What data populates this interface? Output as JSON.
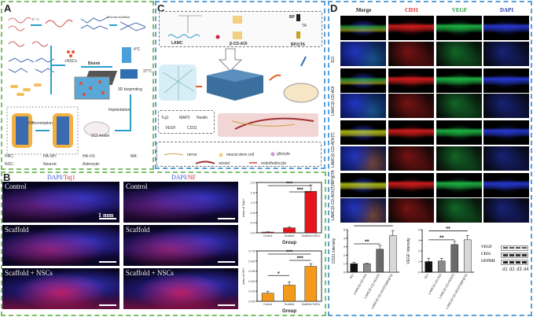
{
  "panels": {
    "a": "A",
    "b": "B",
    "c": "C",
    "d": "D"
  },
  "panel_a": {
    "temp_step": "37 °C",
    "michael": "Michael Addition",
    "nscs": "+NSCs",
    "bioink": "Bioink",
    "cold": "4°C",
    "warm": "37°C",
    "bioprinting": "3D bioprinting",
    "implantation": "Implantation",
    "differentiation": "Differentiation",
    "sci_model": "SCI model",
    "legend": [
      "HBC:",
      "HA-SH:",
      "HA-VS:",
      "MA:",
      "NSC:",
      "Neuron:",
      "Astrocyte:"
    ]
  },
  "panel_b": {
    "stain1_dapi": "DAPI/",
    "stain1_marker": "Tuj1",
    "stain2_dapi": "DAPI/",
    "stain2_marker": "NF",
    "rows": [
      "Control",
      "Scaffold",
      "Scaffold + NSCs"
    ],
    "scale_bar": "1 mm"
  },
  "panel_c": {
    "lamc": "LAMC",
    "cd": "β-CD-AOI",
    "bp": "BP",
    "ta": "TA",
    "bpta": "BP@TA",
    "markers": [
      "Tuj1",
      "MAP2",
      "Nestin",
      "VEGF",
      "CD31"
    ],
    "legend": [
      "nerve",
      "neural stem cell",
      "gliocyte",
      "vessel",
      "endotheliocyte"
    ]
  },
  "panel_d": {
    "columns": [
      "Merge",
      "CD31",
      "VEGF",
      "DAPI"
    ],
    "column_colors": [
      "#222222",
      "#d42020",
      "#1a9a3a",
      "#2a3fb0"
    ],
    "groups": [
      "SCI",
      "LAMC/β-CD-AOI",
      "LAMC/β-CD-AOI/[T]",
      "LAMC/β-CD-AOI/[T]/BP@TA"
    ],
    "blot_rows": [
      "VEGF",
      "CD31",
      "GFPDH"
    ],
    "blot_lanes": [
      "d1",
      "d2",
      "d3",
      "d4"
    ]
  },
  "chart_data": [
    {
      "type": "bar",
      "categories": [
        "Control",
        "Scaffold",
        "Scaffold+NSCs"
      ],
      "values": [
        0.03,
        0.2,
        1.65
      ],
      "errors": [
        0.01,
        0.03,
        0.25
      ],
      "ylabel": "Area of Tuj1+",
      "xlabel": "Group",
      "ylim": [
        0,
        2.0
      ],
      "yticks": [
        "0.0",
        "0.4",
        "0.8",
        "1.2",
        "1.6",
        "2.0"
      ],
      "colors": [
        "#e8141c",
        "#e8141c",
        "#e8141c"
      ],
      "significance": [
        {
          "from": 0,
          "to": 2,
          "label": "***"
        },
        {
          "from": 1,
          "to": 2,
          "label": "***"
        }
      ]
    },
    {
      "type": "bar",
      "categories": [
        "Control",
        "Scaffold",
        "Scaffold+NSCs"
      ],
      "values": [
        0.12,
        0.24,
        0.52
      ],
      "errors": [
        0.03,
        0.05,
        0.04
      ],
      "ylabel": "Area of NF+",
      "xlabel": "Group",
      "ylim": [
        0,
        0.75
      ],
      "yticks": [
        "0.00",
        "0.15",
        "0.30",
        "0.45",
        "0.60",
        "0.75"
      ],
      "colors": [
        "#f39a1a",
        "#f39a1a",
        "#f39a1a"
      ],
      "significance": [
        {
          "from": 0,
          "to": 2,
          "label": "***"
        },
        {
          "from": 1,
          "to": 2,
          "label": "***"
        },
        {
          "from": 0,
          "to": 1,
          "label": "*"
        }
      ]
    },
    {
      "type": "bar",
      "categories": [
        "SCI",
        "LAMC/β-CD-AOI",
        "LAMC/β-CD-AOI/[T]",
        "LAMC/β-CD-AOI/[T]/BP@TA"
      ],
      "values": [
        1.0,
        1.0,
        2.7,
        4.3
      ],
      "errors": [
        0.15,
        0.05,
        0.45,
        0.6
      ],
      "ylabel": "CD31 intensity",
      "xlabel": "",
      "ylim": [
        0,
        5
      ],
      "yticks": [
        "0",
        "1",
        "2",
        "3",
        "4",
        "5"
      ],
      "colors": [
        "#111111",
        "#8a8a8a",
        "#6a6a6a",
        "#d8d8d8"
      ],
      "significance": [
        {
          "from": 0,
          "to": 2,
          "label": "**"
        },
        {
          "from": 0,
          "to": 3,
          "label": "**"
        }
      ]
    },
    {
      "type": "bar",
      "categories": [
        "SCI",
        "LAMC/β-CD-AOI",
        "LAMC/β-CD-AOI/[T]",
        "LAMC/β-CD-AOI/[T]/BP@TA"
      ],
      "values": [
        1.0,
        1.05,
        2.6,
        3.05
      ],
      "errors": [
        0.3,
        0.25,
        0.3,
        0.4
      ],
      "ylabel": "VEGF intensity",
      "xlabel": "",
      "ylim": [
        0,
        4
      ],
      "yticks": [
        "0",
        "1",
        "2",
        "3",
        "4"
      ],
      "colors": [
        "#111111",
        "#8a8a8a",
        "#6a6a6a",
        "#d8d8d8"
      ],
      "significance": [
        {
          "from": 0,
          "to": 2,
          "label": "**"
        },
        {
          "from": 0,
          "to": 3,
          "label": "**"
        }
      ]
    }
  ]
}
